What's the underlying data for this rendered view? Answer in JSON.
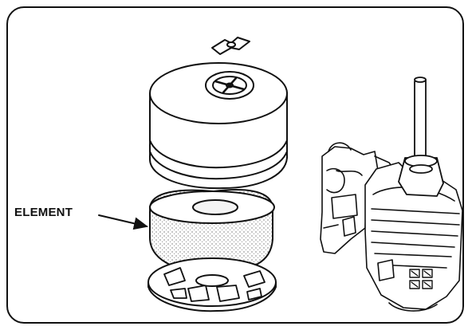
{
  "diagram": {
    "callouts": [
      {
        "label": "ELEMENT",
        "target": "foam-air-filter-element"
      }
    ],
    "ink_color": "#111111",
    "paper_color": "#ffffff",
    "parts": [
      "wing-nut",
      "air-cleaner-cover",
      "foam-air-filter-element",
      "air-cleaner-base",
      "carburetor",
      "engine-cylinder-head",
      "dipstick"
    ]
  }
}
